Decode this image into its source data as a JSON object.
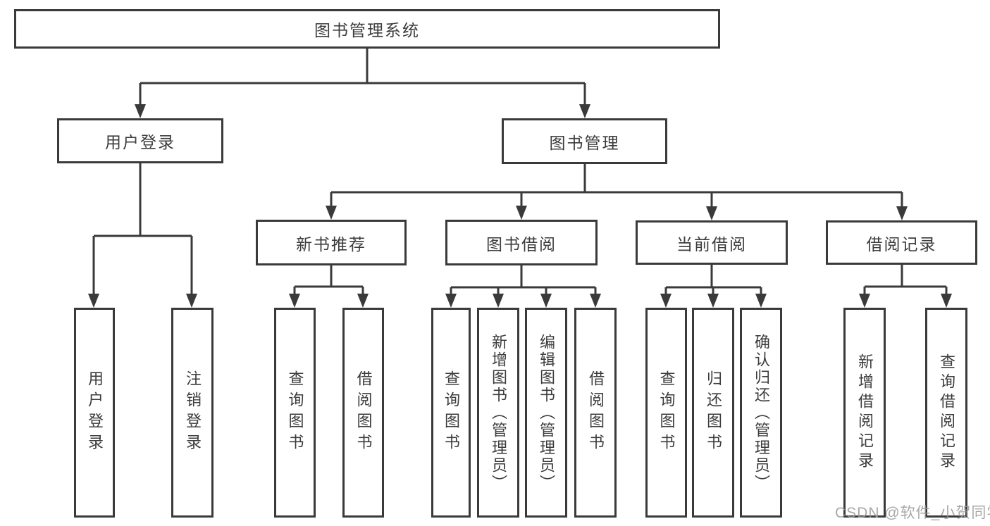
{
  "colors": {
    "line": "#3a3a3a",
    "box_border": "#3a3a3a",
    "text": "#3c3c3c",
    "background": "#ffffff",
    "watermark": "#999999"
  },
  "watermark": "CSDN @软件_小贺同学",
  "tree": {
    "root": {
      "label": "图书管理系统"
    },
    "level1": [
      {
        "label": "用户登录",
        "children": [
          {
            "label": "用户登录"
          },
          {
            "label": "注销登录"
          }
        ]
      },
      {
        "label": "图书管理",
        "children": [
          {
            "label": "新书推荐",
            "children": [
              {
                "label": "查询图书"
              },
              {
                "label": "借阅图书"
              }
            ]
          },
          {
            "label": "图书借阅",
            "children": [
              {
                "label": "查询图书"
              },
              {
                "label": "新增图书（管理员）"
              },
              {
                "label": "编辑图书（管理员）"
              },
              {
                "label": "借阅图书"
              }
            ]
          },
          {
            "label": "当前借阅",
            "children": [
              {
                "label": "查询图书"
              },
              {
                "label": "归还图书"
              },
              {
                "label": "确认归还（管理员）"
              }
            ]
          },
          {
            "label": "借阅记录",
            "children": [
              {
                "label": "新增借阅记录"
              },
              {
                "label": "查询借阅记录"
              }
            ]
          }
        ]
      }
    ]
  }
}
